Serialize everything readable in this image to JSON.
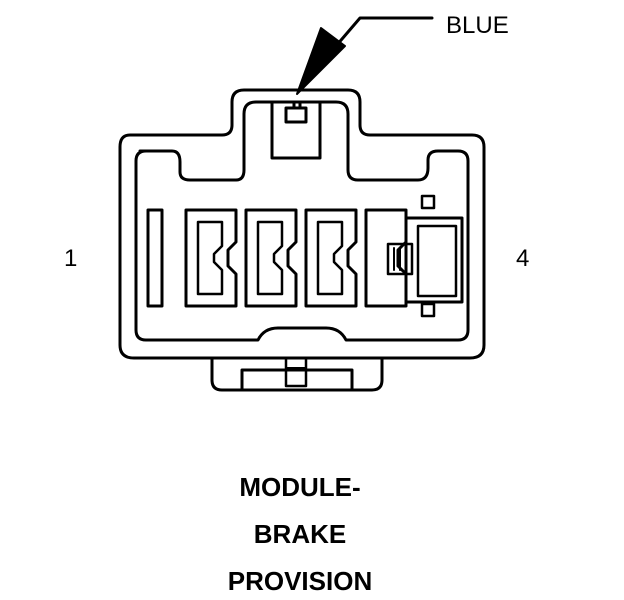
{
  "connector": {
    "color_callout": "BLUE",
    "pin_left": "1",
    "pin_right": "4"
  },
  "caption": {
    "line1": "MODULE-",
    "line2": "BRAKE",
    "line3": "PROVISION"
  }
}
